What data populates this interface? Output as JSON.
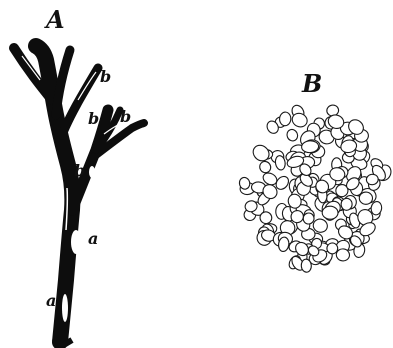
{
  "figure": {
    "panel_a": {
      "label": "A",
      "part_labels": {
        "a_lower": "a",
        "a_upper": "a",
        "b_1": "b",
        "b_2": "b",
        "b_3": "b",
        "b_4": "b"
      }
    },
    "panel_b": {
      "label": "B"
    }
  },
  "colors": {
    "ink": "#0d0d0d",
    "paper": "#ffffff"
  }
}
